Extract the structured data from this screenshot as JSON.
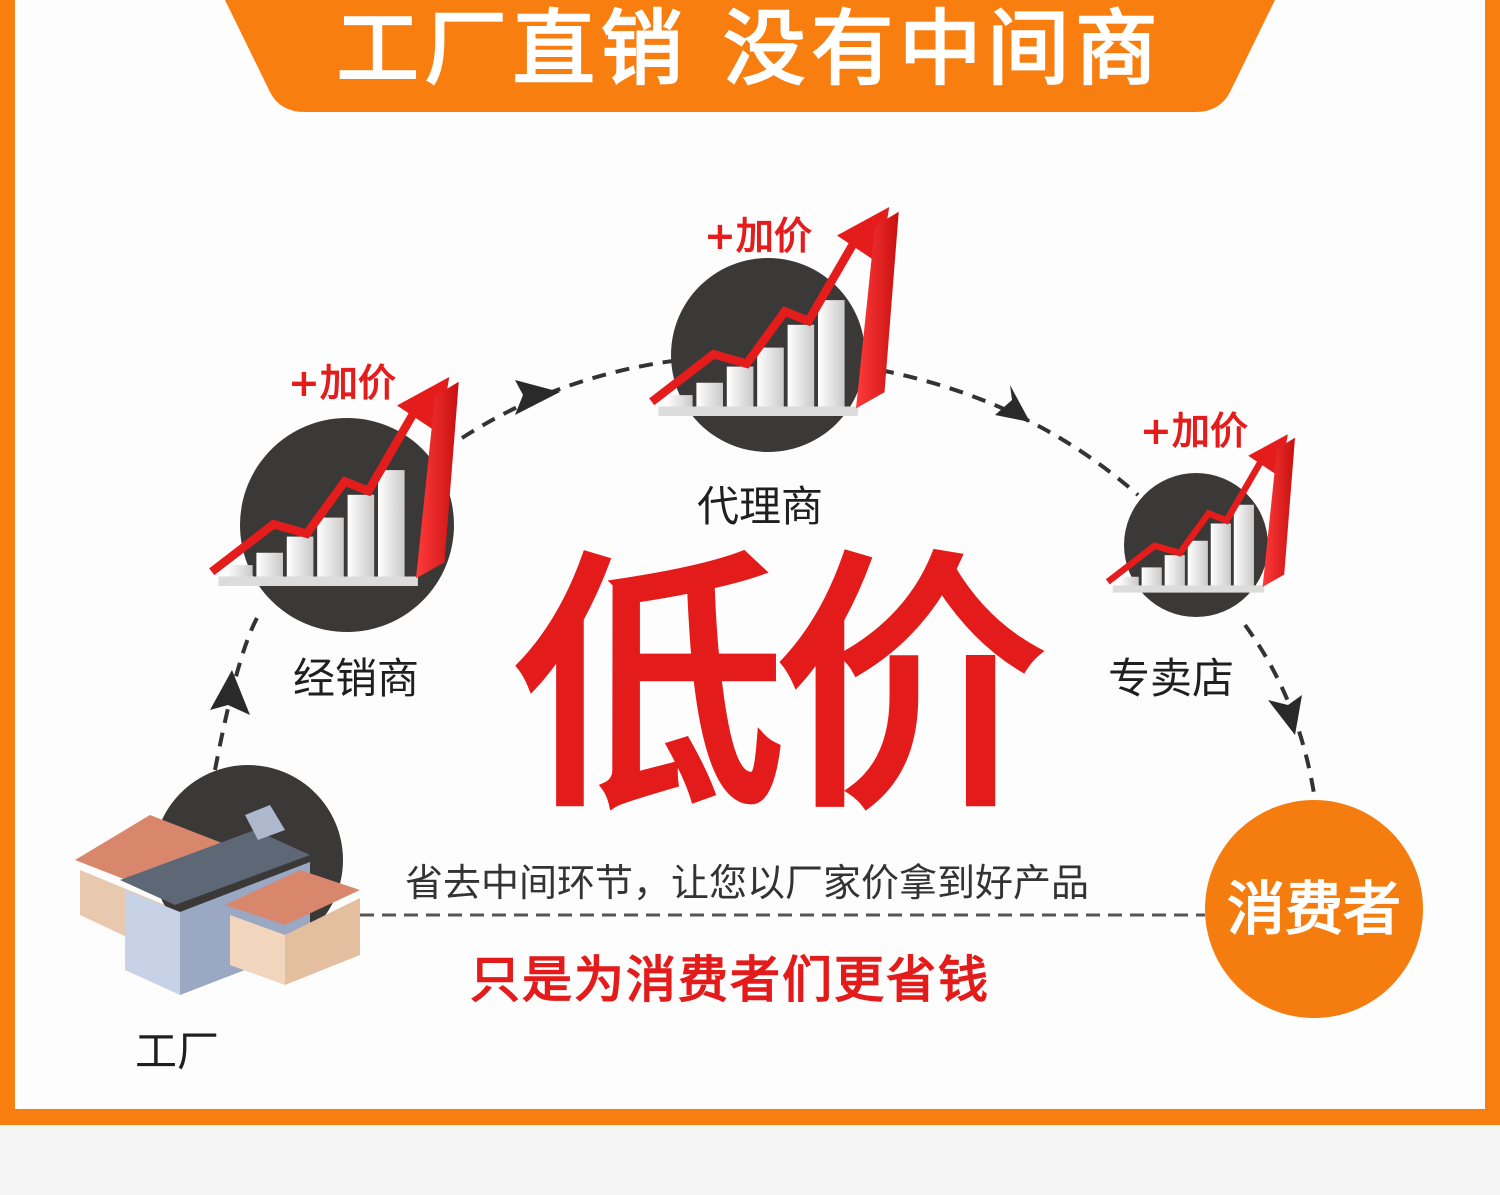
{
  "banner": {
    "title": "工厂直销 没有中间商"
  },
  "nodes": {
    "dealer": {
      "label": "经销商",
      "markup": "+加价"
    },
    "agent": {
      "label": "代理商",
      "markup": "+加价"
    },
    "store": {
      "label": "专卖店",
      "markup": "+加价"
    },
    "factory": {
      "label": "工厂"
    },
    "consumer": {
      "label": "消费者"
    }
  },
  "center": {
    "headline": "低价",
    "subtext": "省去中间环节，让您以厂家价拿到好产品",
    "slogan": "只是为消费者们更省钱"
  },
  "colors": {
    "accent": "#f97e10",
    "red": "#e31b1b",
    "dark_circle": "#3b3838"
  }
}
